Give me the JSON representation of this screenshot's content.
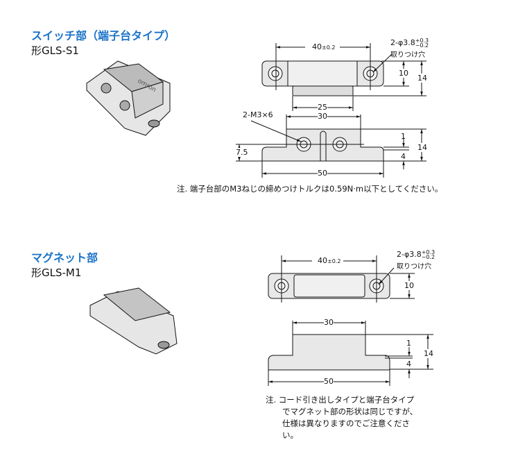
{
  "switch_section": {
    "title": "スイッチ部（端子台タイプ）",
    "model": "形GLS-S1",
    "dims": {
      "pitch": "40",
      "pitch_tol": "±0.2",
      "hole": "2-φ3.8",
      "hole_tol_plus": "+0.3",
      "hole_tol_minus": "−0.2",
      "hole_label": "取りつけ穴",
      "width": "10",
      "height_top": "14",
      "inner": "25",
      "body": "30",
      "screw": "2-M3×6",
      "screw_height": "7.5",
      "step": "1",
      "base": "4",
      "height_side": "14",
      "length": "50"
    },
    "note": "注. 端子台部のM3ねじの締めつけトルクは0.59N·m以下としてください。"
  },
  "magnet_section": {
    "title": "マグネット部",
    "model": "形GLS-M1",
    "dims": {
      "pitch": "40",
      "pitch_tol": "±0.2",
      "hole": "2-φ3.8",
      "hole_tol_plus": "+0.3",
      "hole_tol_minus": "−0.2",
      "hole_label": "取りつけ穴",
      "width": "10",
      "body": "30",
      "step": "1",
      "base": "4",
      "height_side": "14",
      "length": "50"
    },
    "note_lines": [
      "注. コード引き出しタイプと端子台タイプ",
      "でマグネット部の形状は同じですが、",
      "仕様は異なりますのでご注意くださ",
      "い。"
    ]
  },
  "photo_logo": "omron"
}
